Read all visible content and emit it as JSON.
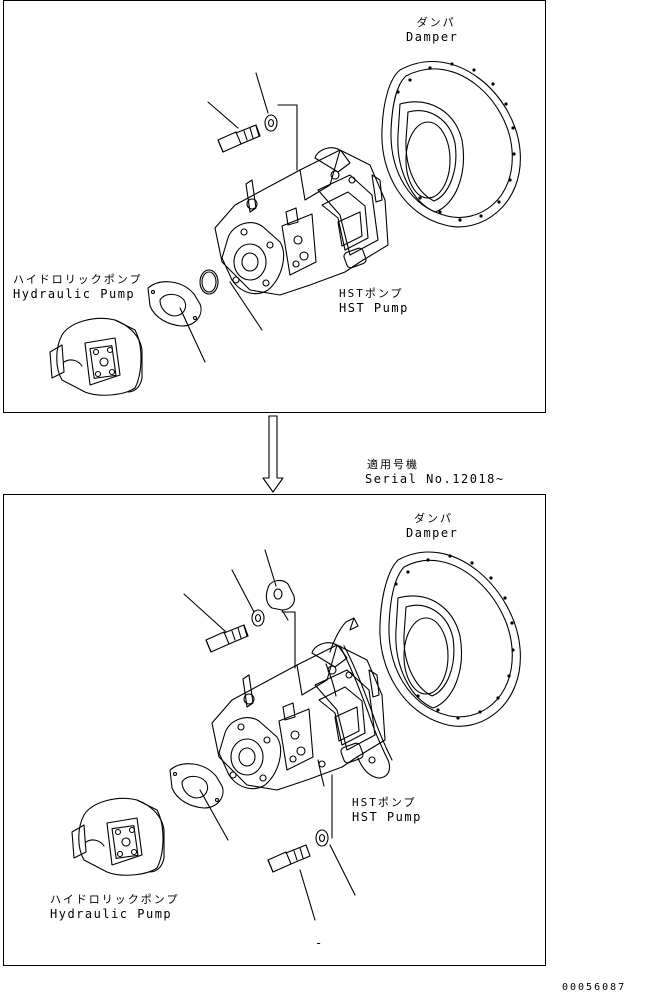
{
  "top_panel": {
    "damper": {
      "jp": "ダンパ",
      "en": "Damper"
    },
    "hst_pump": {
      "jp": "HSTポンプ",
      "en": "HST Pump"
    },
    "hydraulic_pump": {
      "jp": "ハイドロリックポンプ",
      "en": "Hydraulic Pump"
    }
  },
  "transition": {
    "serial_jp": "適用号機",
    "serial_en": "Serial No.12018~"
  },
  "bottom_panel": {
    "damper": {
      "jp": "ダンパ",
      "en": "Damper"
    },
    "hst_pump": {
      "jp": "HSTポンプ",
      "en": "HST Pump"
    },
    "hydraulic_pump": {
      "jp": "ハイドロリックポンプ",
      "en": "Hydraulic Pump"
    },
    "dash": "-"
  },
  "drawing_code": "00056087"
}
